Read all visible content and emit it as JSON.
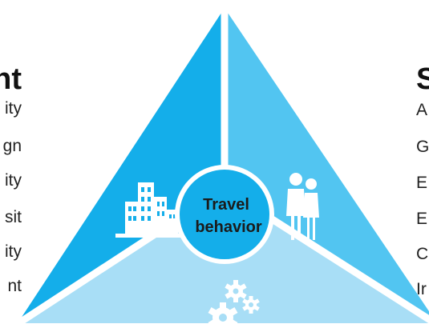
{
  "center": {
    "line1": "Travel",
    "line2": "behavior"
  },
  "left_column": {
    "title": "nt",
    "items": [
      "ity",
      "gn",
      "ity",
      "sit",
      "ity",
      "nt"
    ]
  },
  "right_column": {
    "title": "S",
    "items": [
      "A",
      "G",
      "E",
      "E",
      "C",
      "Ir"
    ]
  },
  "icons": {
    "left_segment": "buildings-icon",
    "right_segment": "people-icon",
    "bottom_segment": "gears-icon"
  },
  "colors": {
    "left_segment": "#14AEEA",
    "right_segment": "#52C5F1",
    "bottom_segment": "#A8DEF6",
    "center_circle": "#14AEEA",
    "center_text": "#1B1B1B",
    "separator": "#ffffff"
  }
}
